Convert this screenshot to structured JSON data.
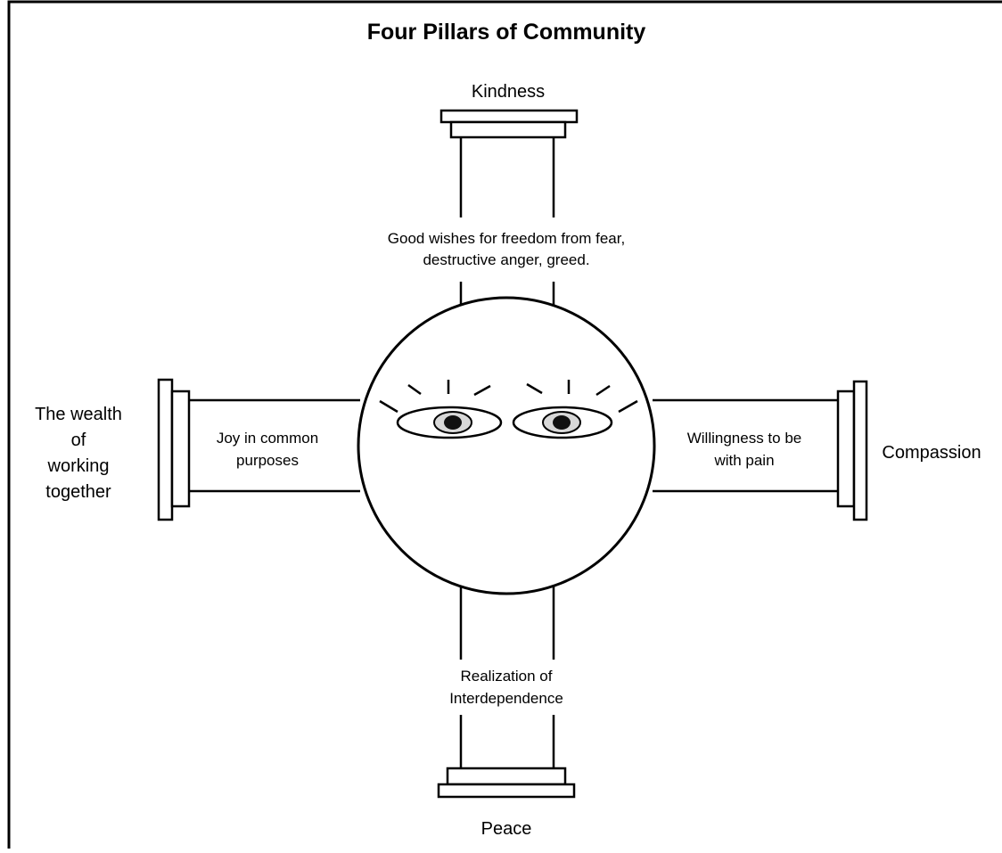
{
  "title": "Four Pillars of Community",
  "pillars": {
    "top": {
      "label": "Kindness",
      "description": [
        "Good wishes for freedom from fear,",
        "destructive anger, greed."
      ]
    },
    "left": {
      "label": [
        "The wealth",
        "of",
        "working",
        "together"
      ],
      "description": [
        "Joy in common",
        "purposes"
      ]
    },
    "right": {
      "label": "Compassion",
      "description": [
        "Willingness to be",
        "with pain"
      ]
    },
    "bottom": {
      "label": "Peace",
      "description": [
        "Realization of",
        "Interdependence"
      ]
    }
  },
  "center": {
    "icon": "face-with-eyes-icon"
  }
}
